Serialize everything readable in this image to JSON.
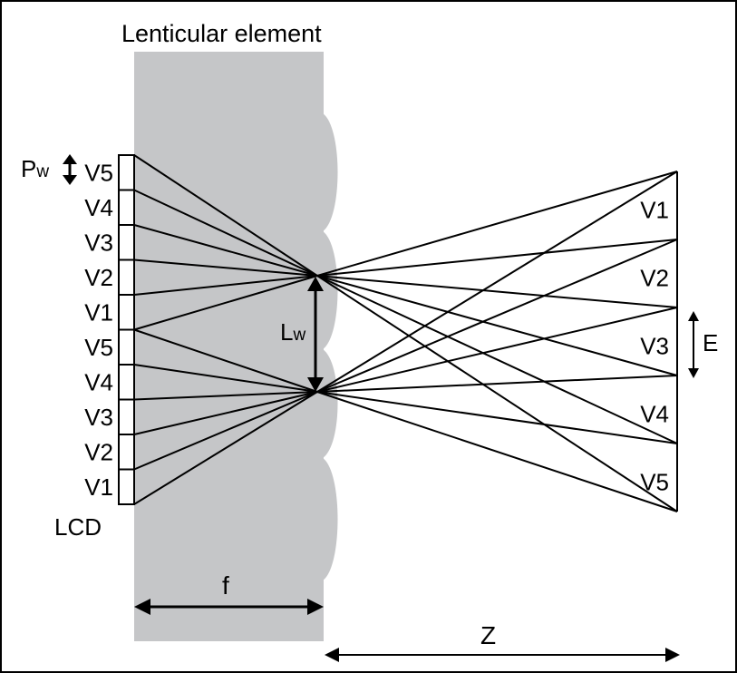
{
  "title": "Lenticular element",
  "lcd_label": "LCD",
  "pixel_width_label": {
    "main": "P",
    "sub": "w"
  },
  "lens_width_label": {
    "main": "L",
    "sub": "w"
  },
  "focal_label": "f",
  "distance_label": "Z",
  "eye_label": "E",
  "lcd_views": [
    "V5",
    "V4",
    "V3",
    "V2",
    "V1",
    "V5",
    "V4",
    "V3",
    "V2",
    "V1"
  ],
  "viewing_zones": [
    "V1",
    "V2",
    "V3",
    "V4",
    "V5"
  ],
  "colors": {
    "lens": "#c5c6c8",
    "line": "#000000",
    "background": "#ffffff"
  }
}
